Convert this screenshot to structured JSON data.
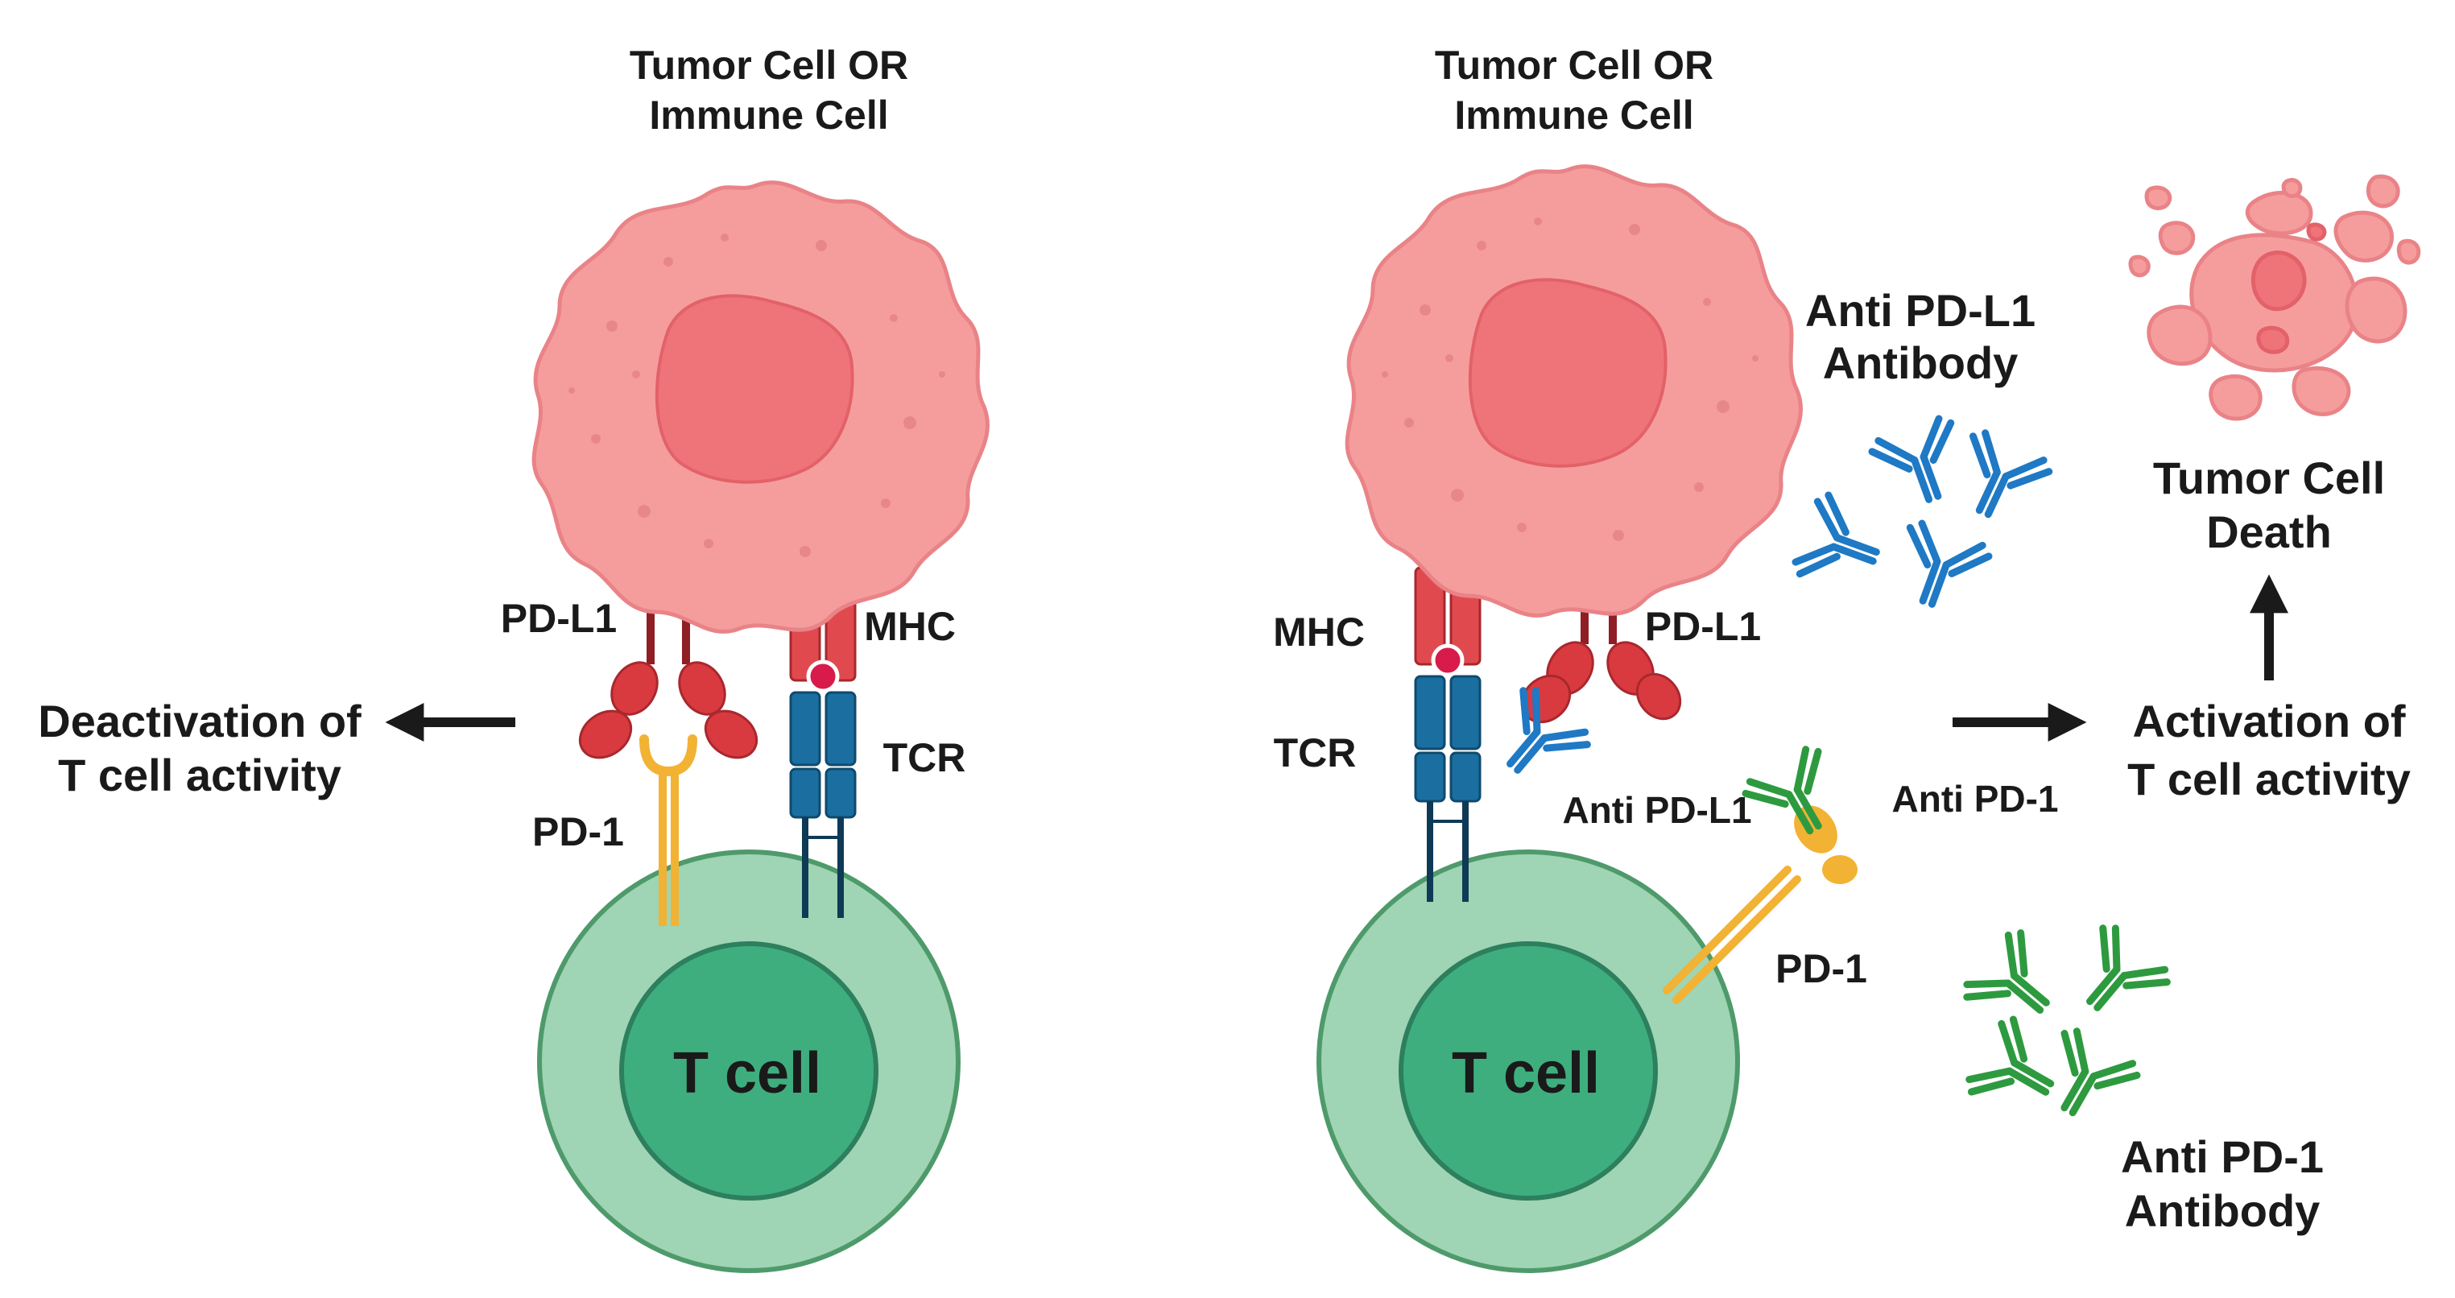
{
  "left_panel": {
    "cell_title": [
      "Tumor Cell OR",
      "Immune Cell"
    ],
    "pdl1_label": "PD-L1",
    "mhc_label": "MHC",
    "tcr_label": "TCR",
    "pd1_label": "PD-1",
    "outcome": [
      "Deactivation of",
      "T cell activity"
    ],
    "tcell_label": "T cell"
  },
  "right_panel": {
    "cell_title": [
      "Tumor Cell OR",
      "Immune Cell"
    ],
    "mhc_label": "MHC",
    "tcr_label": "TCR",
    "pdl1_label": "PD-L1",
    "anti_pdl1_label": "Anti PD-L1",
    "anti_pd1_label": "Anti PD-1",
    "pd1_label": "PD-1",
    "tcell_label": "T cell",
    "anti_pdl1_antibody": [
      "Anti PD-L1",
      "Antibody"
    ],
    "anti_pd1_antibody": [
      "Anti PD-1",
      "Antibody"
    ],
    "outcome": [
      "Activation of",
      "T cell activity"
    ],
    "death_label": [
      "Tumor Cell",
      "Death"
    ]
  },
  "colors": {
    "tumor_fill": "#f59d9d",
    "tumor_nucleus": "#ef7479",
    "pdl1": "#d93a3f",
    "pdl1_stalk": "#8f1f24",
    "mhc": "#e04a4e",
    "peptide": "#d81b4a",
    "tcr": "#1a6fa0",
    "tcr_stalk": "#0f3a56",
    "pd1": "#f2b233",
    "tcell_outer": "#9fd4b4",
    "tcell_inner": "#3fae7f",
    "anti_pdl1": "#1f79c4",
    "anti_pd1": "#2e9a3f",
    "arrow": "#1a1a1a"
  }
}
